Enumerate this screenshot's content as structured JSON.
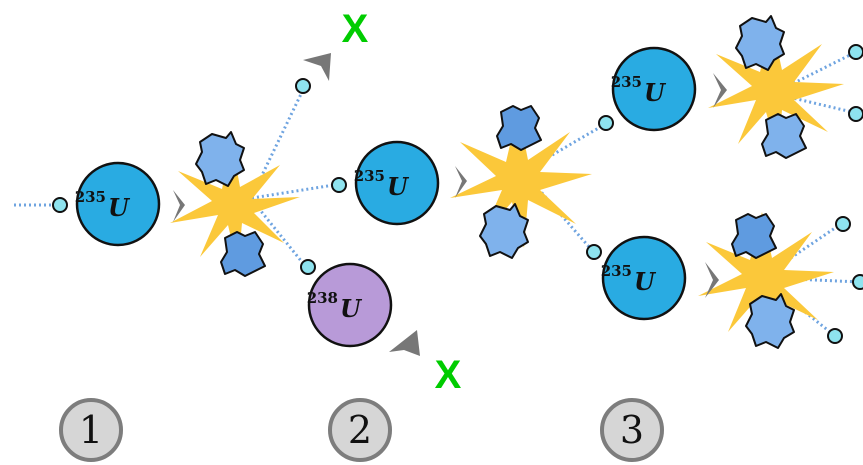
{
  "colors": {
    "u235_fill": "#29abe2",
    "u238_fill": "#b89ad8",
    "fragment_fill": "#7fb2ec",
    "fragment_fill_dark": "#5f9be0",
    "neutron_fill": "#8ee3ef",
    "neutron_path": "#6fa4e0",
    "flash": "#fbc83a",
    "chevron": "#777777",
    "lost_marker": "#00cc00",
    "step_circle_fill": "#d6d6d6",
    "step_circle_stroke": "#7d7d7d"
  },
  "nuclei": [
    {
      "id": "u235-stage1",
      "mass": "235",
      "symbol": "U",
      "isotope": "U-235"
    },
    {
      "id": "u235-stage2",
      "mass": "235",
      "symbol": "U",
      "isotope": "U-235"
    },
    {
      "id": "u238-stage2",
      "mass": "238",
      "symbol": "U",
      "isotope": "U-238"
    },
    {
      "id": "u235-stage3-top",
      "mass": "235",
      "symbol": "U",
      "isotope": "U-235"
    },
    {
      "id": "u235-stage3-bottom",
      "mass": "235",
      "symbol": "U",
      "isotope": "U-235"
    }
  ],
  "lost_markers": [
    "X",
    "X"
  ],
  "steps": [
    "1",
    "2",
    "3"
  ]
}
